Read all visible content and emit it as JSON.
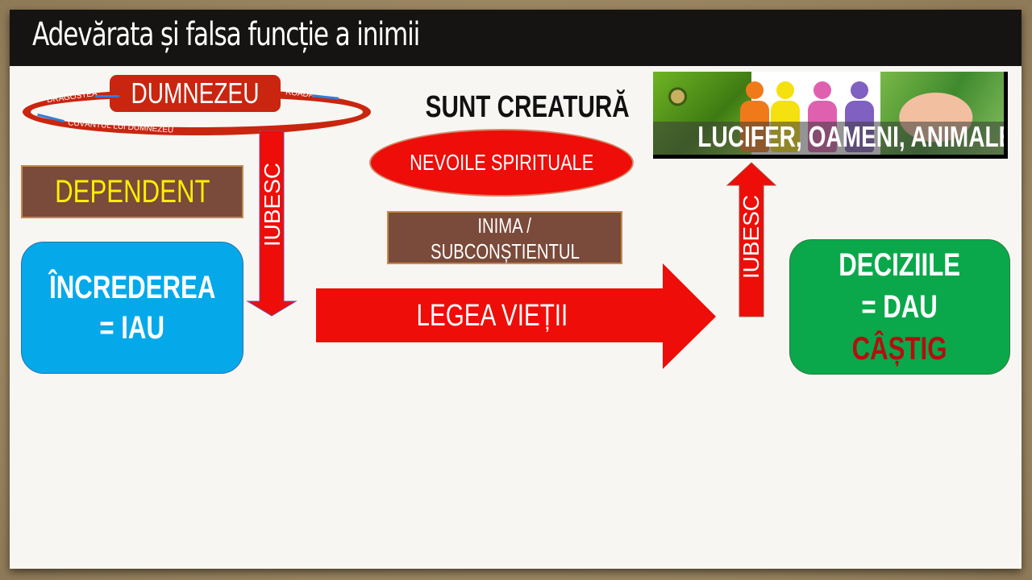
{
  "slide": {
    "title": "Adevărata și falsa funcție a inimii"
  },
  "diagram": {
    "god_label": "DUMNEZEU",
    "ring_labels": {
      "love": "DRAGOSTEA",
      "fruit": "ROADĂ",
      "word": "CUVÂNTUL LUI DUMNEZEU"
    },
    "heading": "SUNT CREATURĂ",
    "spiritual_needs": "NEVOILE SPIRITUALE",
    "heart_line1": "INIMA /",
    "heart_line2": "SUBCONȘTIENTUL",
    "dependent": "DEPENDENT",
    "trust_line1": "ÎNCREDEREA",
    "trust_line2": "= IAU",
    "love_down_label": "IUBESC",
    "law_of_life": "LEGEA VIEȚII",
    "love_up_label": "IUBESC",
    "decisions_line1": "DECIZIILE",
    "decisions_line2": "= DAU",
    "decisions_line3": "CÂȘTIG",
    "banner_text": "LUCIFER, OAMENI, ANIMALE"
  },
  "colors": {
    "title_bar": "#161412",
    "red": "#ee0d08",
    "dark_red": "#c9250f",
    "brown": "#7a4a3a",
    "blue": "#05a9ea",
    "green": "#0aa84a",
    "yellow": "#ffee00",
    "gain_red": "#b30f0f"
  }
}
